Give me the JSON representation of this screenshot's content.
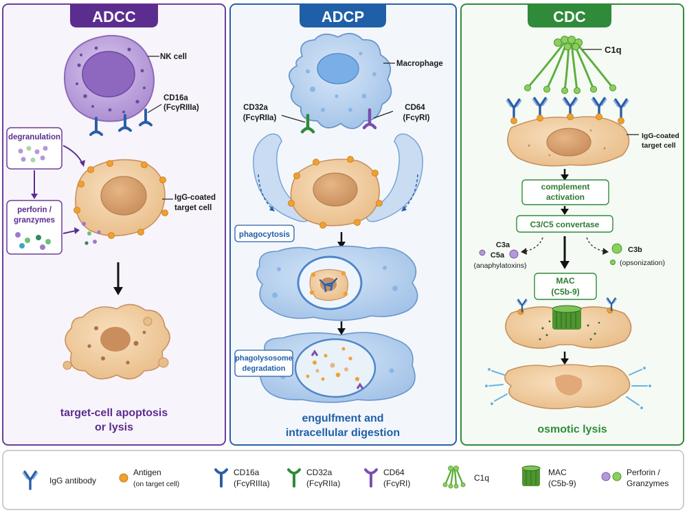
{
  "adcc": {
    "title": "ADCC",
    "nk_cell": "NK cell",
    "cd16a_l1": "CD16a",
    "cd16a_l2": "(FcγRIIIa)",
    "degranulation": "degranulation",
    "perforin_l1": "perforin /",
    "perforin_l2": "granzymes",
    "target_l1": "IgG-coated",
    "target_l2": "target cell",
    "outcome_l1": "target-cell apoptosis",
    "outcome_l2": "or lysis"
  },
  "adcp": {
    "title": "ADCP",
    "macrophage": "Macrophage",
    "cd32a_l1": "CD32a",
    "cd32a_l2": "(FcγRIIa)",
    "cd64_l1": "CD64",
    "cd64_l2": "(FcγRI)",
    "phagocytosis": "phagocytosis",
    "phagolysosome_l1": "phagolysosome",
    "phagolysosome_l2": "degradation",
    "outcome_l1": "engulfment and",
    "outcome_l2": "intracellular digestion"
  },
  "cdc": {
    "title": "CDC",
    "c1q": "C1q",
    "target_l1": "IgG-coated",
    "target_l2": "target cell",
    "complement_l1": "complement",
    "complement_l2": "activation",
    "convertase": "C3/C5 convertase",
    "c3a": "C3a",
    "c5a": "C5a",
    "anaphylatoxins": "(anaphylatoxins)",
    "c3b": "C3b",
    "opsonization": "(opsonization)",
    "mac_l1": "MAC",
    "mac_l2": "(C5b-9)",
    "outcome": "osmotic lysis"
  },
  "legend": {
    "igg": "IgG antibody",
    "antigen_l1": "Antigen",
    "antigen_l2": "(on target cell)",
    "cd16a_l1": "CD16a",
    "cd16a_l2": "(FcγRIIIa)",
    "cd32a_l1": "CD32a",
    "cd32a_l2": "(FcγRIIa)",
    "cd64_l1": "CD64",
    "cd64_l2": "(FcγRI)",
    "c1q": "C1q",
    "mac_l1": "MAC",
    "mac_l2": "(C5b-9)",
    "perforin_l1": "Perforin /",
    "perforin_l2": "Granzymes"
  },
  "colors": {
    "adcc": "#5b2d8e",
    "adcp": "#1f5fa8",
    "cdc": "#2f8a3a",
    "cell": "#f3d2a8",
    "antigen": "#f0a030"
  }
}
